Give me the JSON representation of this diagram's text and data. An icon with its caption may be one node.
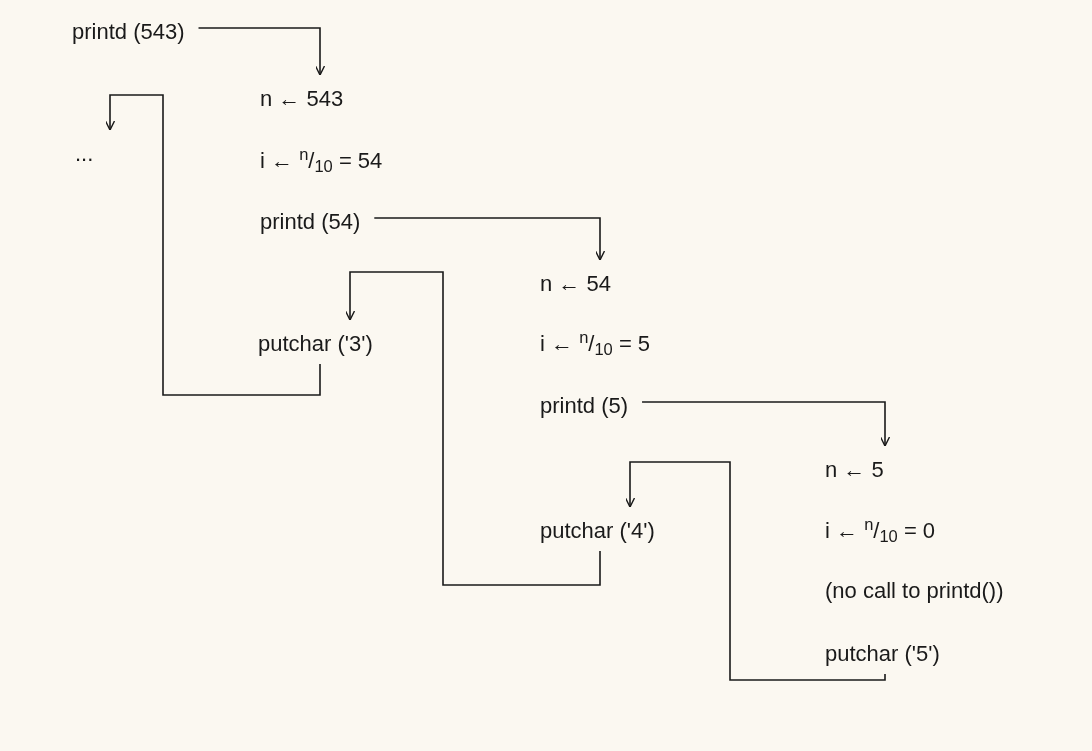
{
  "diagram": {
    "nodes": [
      {
        "text": [
          "printd (543)"
        ]
      },
      {
        "text": [
          "n ← 543"
        ]
      },
      {
        "text": [
          "i ← $^{n}$/$_{10}$ = 54"
        ]
      },
      {
        "text": [
          "..."
        ]
      },
      {
        "text": [
          "printd (54)"
        ]
      },
      {
        "text": [
          "n ← 54"
        ]
      },
      {
        "text": [
          "i ← $^{n}$/$_{10}$ = 5"
        ]
      },
      {
        "text": [
          "putchar ('3')"
        ]
      },
      {
        "text": [
          "printd (5)"
        ]
      },
      {
        "text": [
          "n ← 5"
        ]
      },
      {
        "text": [
          "i ← $^{n}$/$_{10}$ = 0"
        ]
      },
      {
        "text": [
          "(no call to printd())"
        ]
      },
      {
        "text": [
          "putchar ('5')"
        ]
      },
      {
        "text": [
          "putchar ('4')"
        ]
      }
    ],
    "edges": [
      {
        "from": 0,
        "to": 1,
        "arrow": "to"
      },
      {
        "from": 4,
        "to": 5,
        "arrow": "to"
      },
      {
        "from": 8,
        "to": 9,
        "arrow": "to"
      },
      {
        "from": 7,
        "to": 3,
        "arrow": "to"
      },
      {
        "from": 13,
        "to": 7,
        "arrow": "to"
      },
      {
        "from": 12,
        "to": 13,
        "arrow": "to"
      }
    ]
  }
}
